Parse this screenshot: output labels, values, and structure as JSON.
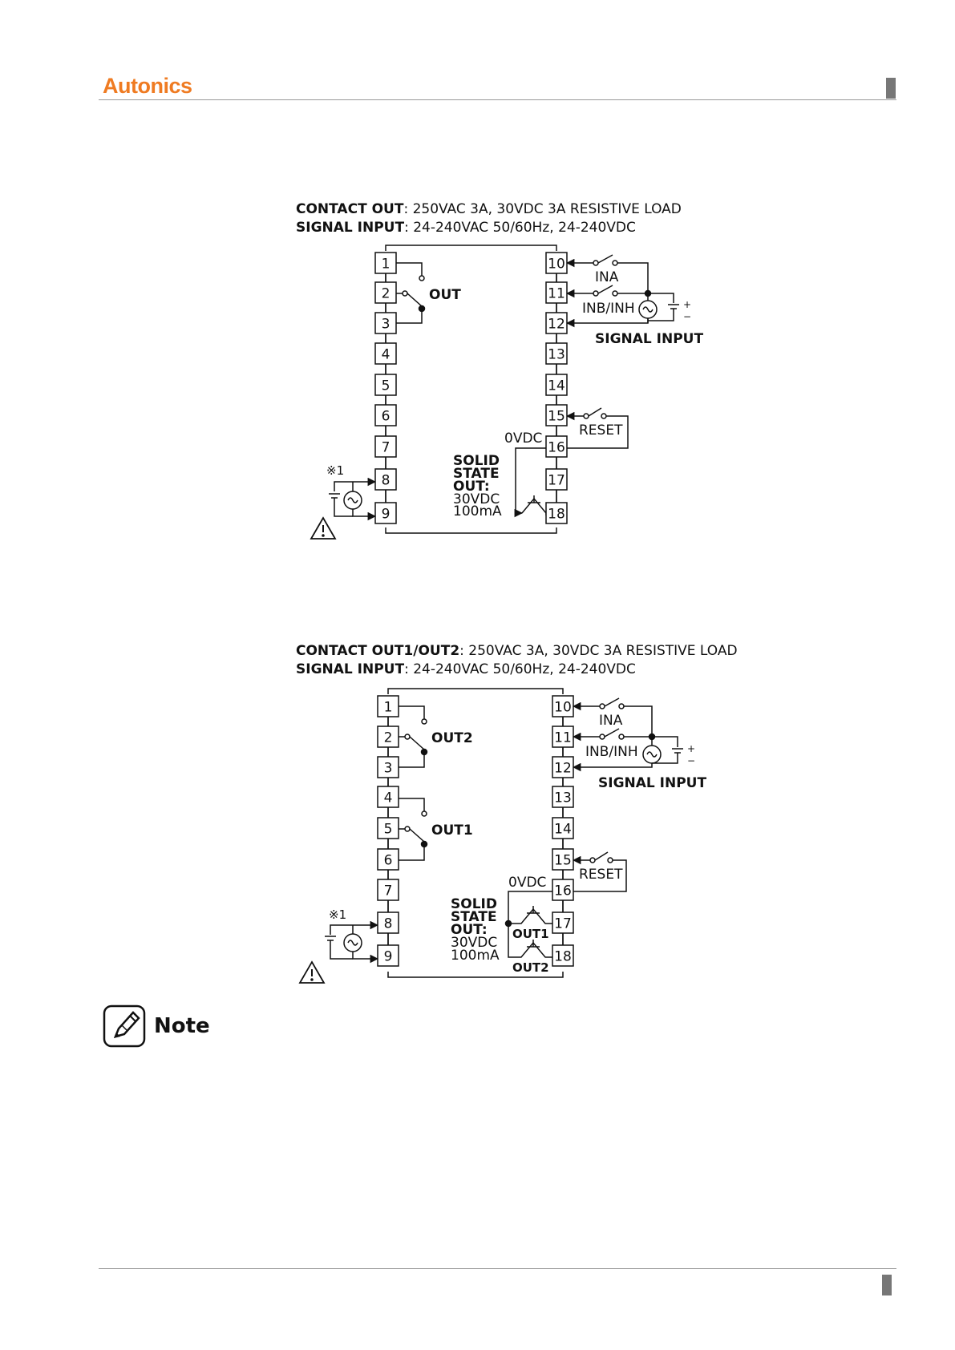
{
  "header": {
    "brand": "Autonics"
  },
  "diagram1": {
    "spec_contact_label": "CONTACT OUT",
    "spec_contact_value": ": 250VAC 3A, 30VDC 3A RESISTIVE LOAD",
    "spec_signal_label": "SIGNAL INPUT",
    "spec_signal_value": ": 24-240VAC 50/60Hz, 24-240VDC",
    "terminals_left": [
      "1",
      "2",
      "3",
      "4",
      "5",
      "6",
      "7",
      "8",
      "9"
    ],
    "terminals_right": [
      "10",
      "11",
      "12",
      "13",
      "14",
      "15",
      "16",
      "17",
      "18"
    ],
    "out_label": "OUT",
    "ina_label": "INA",
    "inb_label": "INB/INH",
    "signal_input_label": "SIGNAL INPUT",
    "reset_label": "RESET",
    "ovdc_label": "0VDC",
    "ssr_line1": "SOLID",
    "ssr_line2": "STATE",
    "ssr_line3": "OUT:",
    "ssr_line4": "30VDC",
    "ssr_line5": "100mA",
    "ref_mark": "※1",
    "plus": "+",
    "minus": "−"
  },
  "diagram2": {
    "spec_contact_label": "CONTACT OUT1/OUT2",
    "spec_contact_value": ": 250VAC 3A, 30VDC 3A RESISTIVE LOAD",
    "spec_signal_label": "SIGNAL INPUT",
    "spec_signal_value": ": 24-240VAC 50/60Hz, 24-240VDC",
    "terminals_left": [
      "1",
      "2",
      "3",
      "4",
      "5",
      "6",
      "7",
      "8",
      "9"
    ],
    "terminals_right": [
      "10",
      "11",
      "12",
      "13",
      "14",
      "15",
      "16",
      "17",
      "18"
    ],
    "out2_label": "OUT2",
    "out1_label": "OUT1",
    "ina_label": "INA",
    "inb_label": "INB/INH",
    "signal_input_label": "SIGNAL INPUT",
    "reset_label": "RESET",
    "ovdc_label": "0VDC",
    "ssr_line1": "SOLID",
    "ssr_line2": "STATE",
    "ssr_line3": "OUT:",
    "ssr_line4": "30VDC",
    "ssr_line5": "100mA",
    "ssr_out1": "OUT1",
    "ssr_out2": "OUT2",
    "ref_mark": "※1",
    "plus": "+",
    "minus": "−"
  },
  "note": {
    "title": "Note"
  }
}
